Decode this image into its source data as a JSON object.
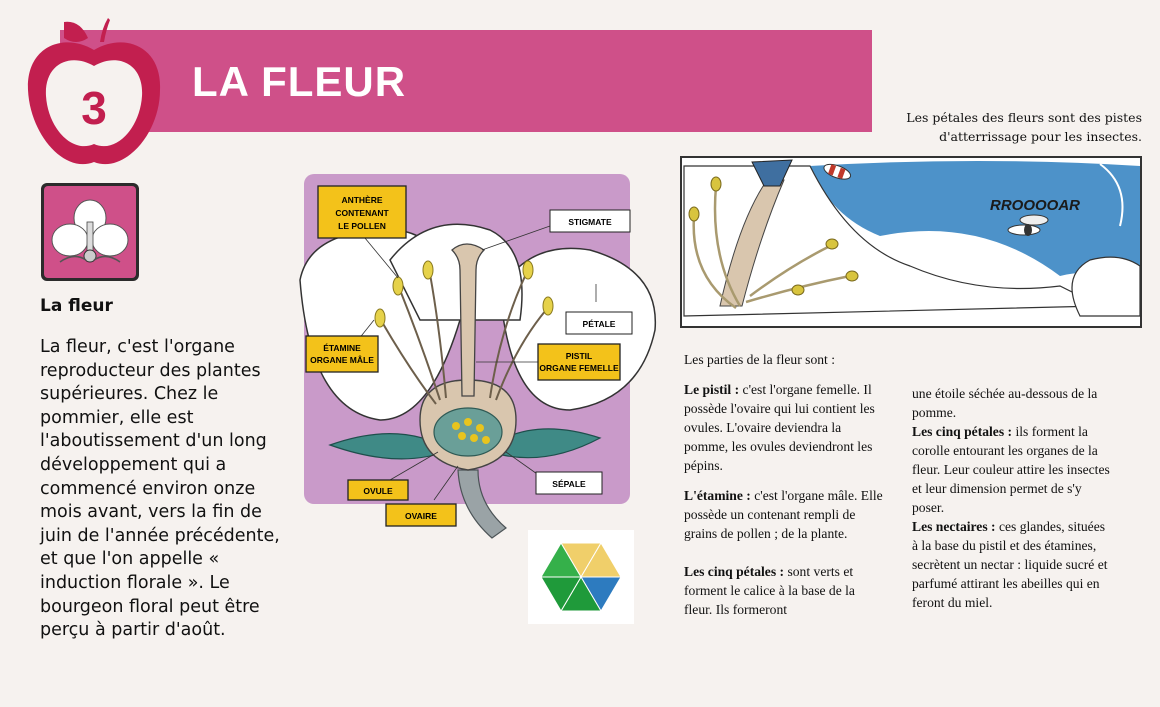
{
  "header": {
    "number": "3",
    "title": "LA FLEUR"
  },
  "intro": {
    "heading": "La fleur",
    "text": "La fleur, c'est l'organe reproducteur des plantes supérieures. Chez le pommier, elle est l'aboutissement d'un long développement qui a commencé environ onze mois avant, vers la fin de juin de l'année précédente, et que l'on appelle « induction florale ». Le bourgeon floral peut être perçu à partir d'août."
  },
  "diagram": {
    "labels": {
      "anthere_l1": "ANTHÈRE",
      "anthere_l2": "CONTENANT",
      "anthere_l3": "LE POLLEN",
      "stigmate": "STIGMATE",
      "petale": "PÉTALE",
      "etamine_l1": "ÉTAMINE",
      "etamine_l2": "ORGANE MÂLE",
      "pistil_l1": "PISTIL",
      "pistil_l2": "ORGANE FEMELLE",
      "ovule": "OVULE",
      "ovaire": "OVAIRE",
      "sepale": "SÉPALE"
    },
    "colors": {
      "background": "#c99ac9",
      "label_box": "#f3c21a",
      "sepal": "#3f8a86"
    }
  },
  "legend": {
    "colors": [
      "#f0cf6a",
      "#2d7bbf",
      "#1f9a3a",
      "#35b04a"
    ]
  },
  "side": {
    "caption_l1": "Les pétales des fleurs sont des pistes",
    "caption_l2": "d'atterrissage pour les insectes.",
    "cartoon_text": "RROOOOAR"
  },
  "parts": {
    "intro": "Les parties de la fleur sont :",
    "pistil_label": "Le pistil :",
    "pistil_text": " c'est l'organe femelle. Il possède l'ovaire qui lui contient les ovules. L'ovaire deviendra la pomme, les ovules deviendront les pépins.",
    "etamine_label": "L'étamine :",
    "etamine_text": " c'est l'organe mâle. Elle possède un contenant rempli de grains de pollen ; de la plante.",
    "sepales_label": "Les cinq pétales :",
    "sepales_text": " sont verts et forment le calice à la base de la fleur. Ils formeront",
    "sepales_cont": "une étoile séchée au-dessous de la pomme.",
    "petales_label": "Les cinq pétales :",
    "petales_text": " ils forment la corolle entourant les organes de la fleur. Leur couleur attire les insectes et leur dimension permet de s'y poser.",
    "nectaires_label": "Les nectaires :",
    "nectaires_text": " ces glandes, situées à la base du pistil et des étamines, secrètent un nectar : liquide sucré et parfumé attirant les abeilles qui en feront du miel."
  }
}
